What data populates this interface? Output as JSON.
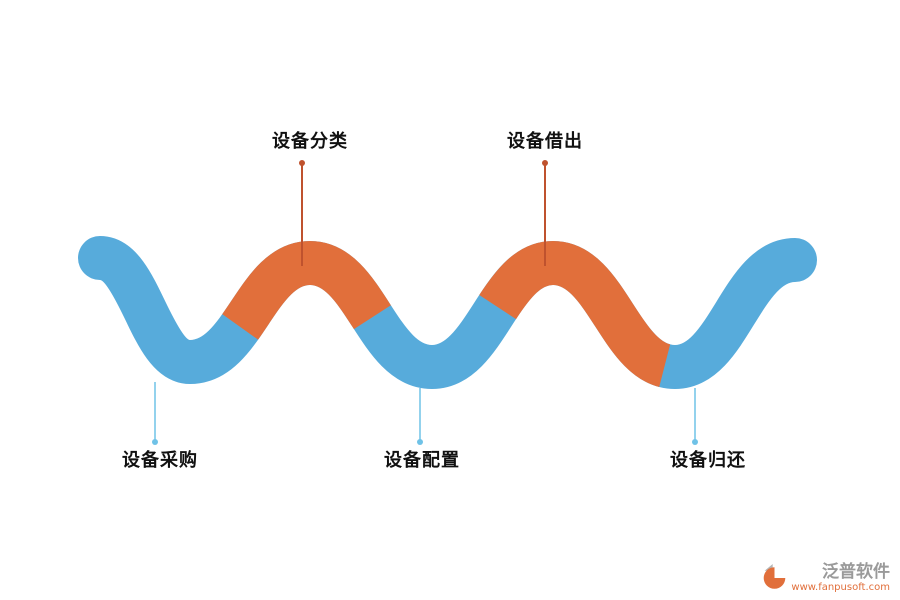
{
  "diagram": {
    "steps": [
      {
        "label": "设备采购",
        "position": "bottom"
      },
      {
        "label": "设备分类",
        "position": "top"
      },
      {
        "label": "设备配置",
        "position": "bottom"
      },
      {
        "label": "设备借出",
        "position": "top"
      },
      {
        "label": "设备归还",
        "position": "bottom"
      }
    ]
  },
  "colors": {
    "wave_blue": "#57ABDB",
    "wave_orange": "#E16F3B",
    "top_connector": "#BF522E",
    "bottom_connector": "#6FC2E7",
    "label_text": "#111111",
    "watermark_brand": "#9A9A9A",
    "watermark_url": "#E16F3B"
  },
  "watermark": {
    "brand": "泛普软件",
    "url": "www.fanpusoft.com"
  }
}
